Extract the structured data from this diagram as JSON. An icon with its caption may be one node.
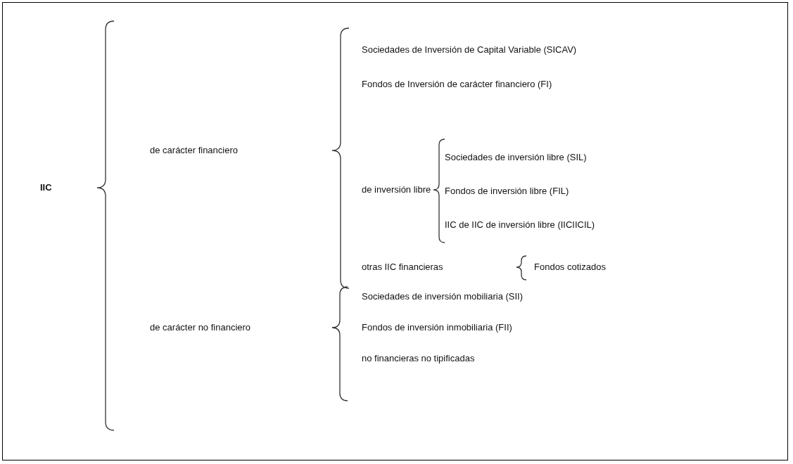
{
  "diagram": {
    "labels": [
      "IIC",
      "de carácter financiero",
      "Sociedades de Inversión de Capital Variable (SICAV)",
      "Fondos de Inversión de carácter financiero (FI)",
      "de inversión libre",
      "Sociedades de inversión libre (SIL)",
      "Fondos de inversión libre (FIL)",
      "IIC de IIC de inversión libre (IICIICIL)",
      "otras IIC financieras",
      "Fondos cotizados",
      "de carácter no financiero",
      "Sociedades de inversión mobiliaria (SII)",
      "Fondos de inversión inmobiliaria (FII)",
      "no financieras no tipificadas"
    ]
  }
}
